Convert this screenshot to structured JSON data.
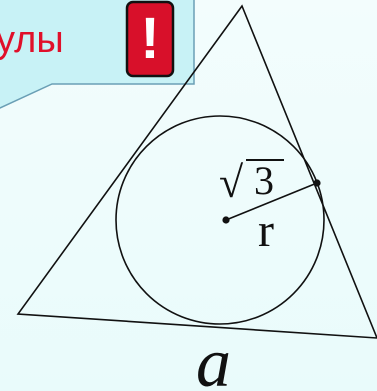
{
  "callout": {
    "text": "улы",
    "fill": "#c8f2f6",
    "text_color": "#e0102a",
    "border": "#6a9fb5"
  },
  "alert_icon": {
    "glyph": "!",
    "fill": "#d8102a",
    "border": "#111111",
    "glyph_color": "#ffffff"
  },
  "diagram": {
    "radical": "√",
    "radicand": "3",
    "radius_label": "r",
    "side_label": "a",
    "line_color": "#111111"
  }
}
